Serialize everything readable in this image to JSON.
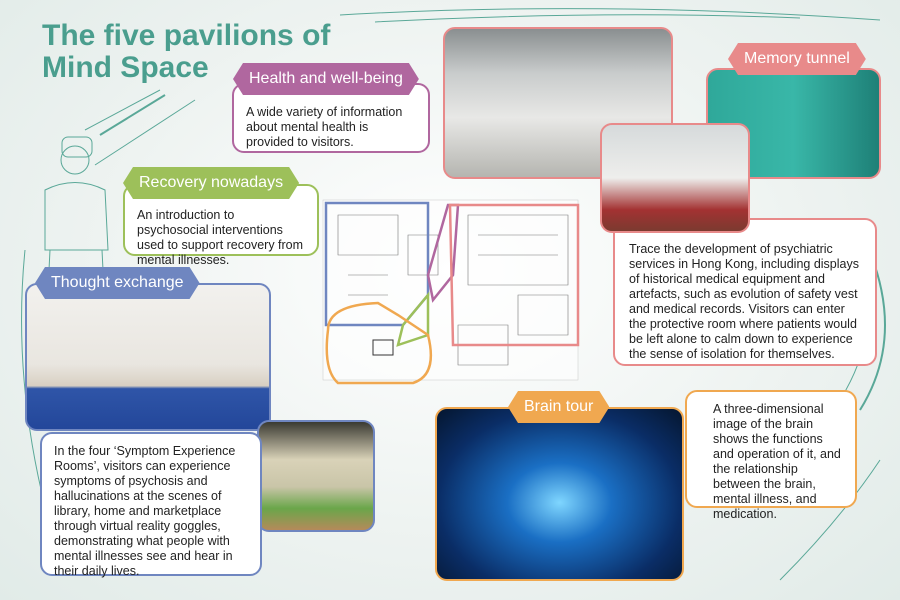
{
  "title": {
    "line1": "The five pavilions of",
    "line2": "Mind Space"
  },
  "colors": {
    "teal": "#4a9e8e",
    "purple": "#b0679f",
    "green": "#9dc05a",
    "blue": "#6f86c0",
    "pink": "#e88a8a",
    "orange": "#f0a850"
  },
  "pavilions": [
    {
      "name": "Health and well-being",
      "description": "A wide variety of information about mental health is provided to visitors."
    },
    {
      "name": "Recovery nowadays",
      "description": "An introduction to psychosocial interventions used to support recovery from mental illnesses."
    },
    {
      "name": "Thought exchange",
      "description": "In the four ‘Symptom Experience Rooms’, visitors can experience symptoms of psychosis and hallucinations at the scenes of library, home and marketplace through virtual reality goggles, demonstrating what people with mental illnesses see and hear in their daily lives."
    },
    {
      "name": "Memory tunnel",
      "description": "Trace the development of psychiatric services in Hong Kong, including displays of historical medical equipment and artefacts, such as evolution of safety vest and medical records. Visitors can enter the protective room where patients would be left alone to calm down to experience the sense of isolation for themselves."
    },
    {
      "name": "Brain tour",
      "description": "A three-dimensional image of the brain shows the functions and operation of it, and the relationship between the brain, mental illness, and medication."
    }
  ]
}
